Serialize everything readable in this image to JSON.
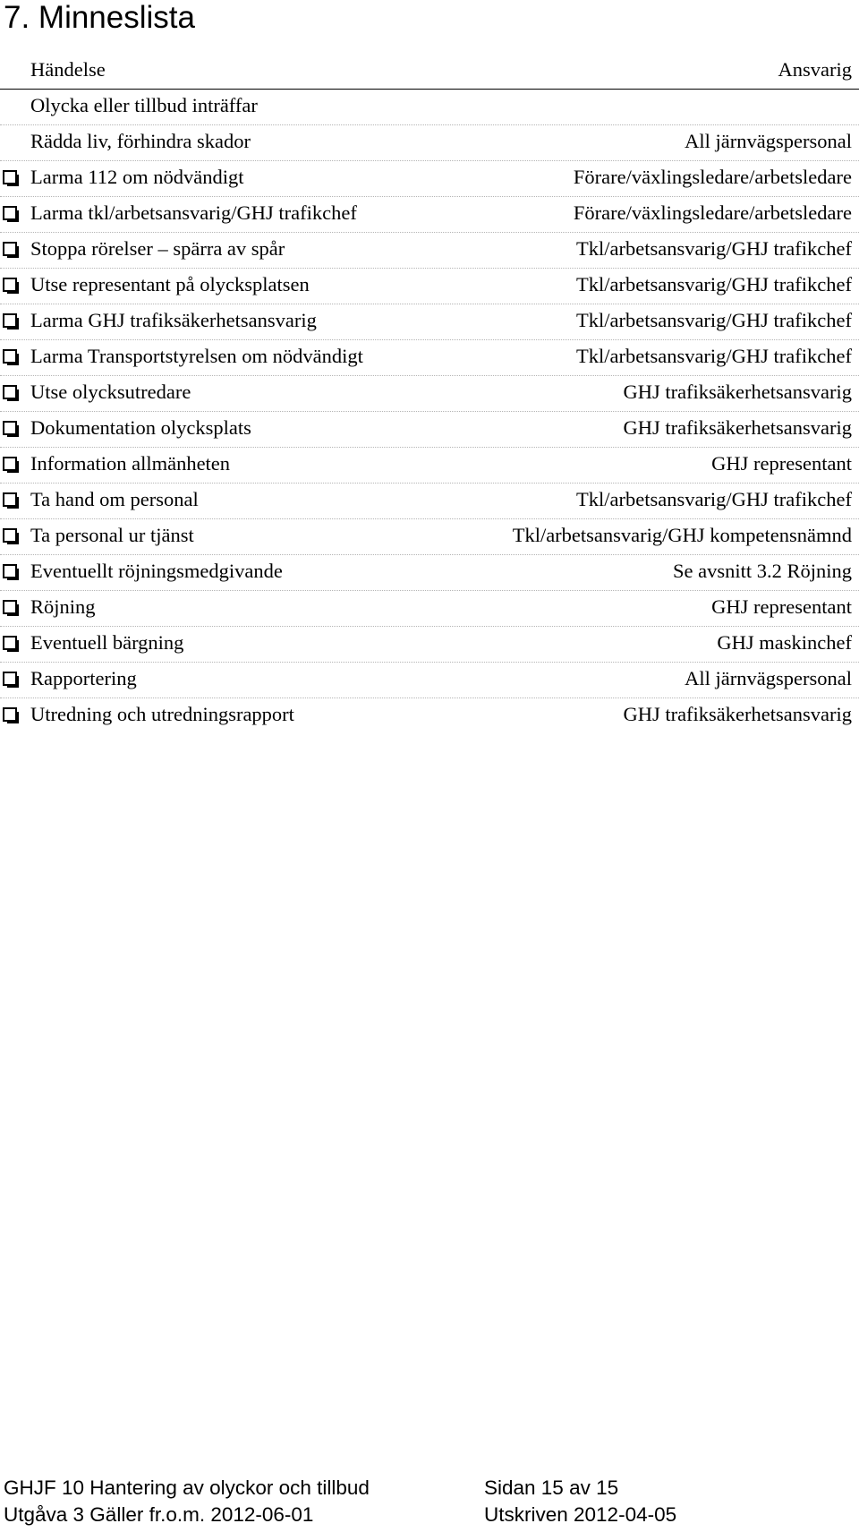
{
  "heading": "7. Minneslista",
  "table": {
    "header": {
      "event": "Händelse",
      "responsible": "Ansvarig"
    },
    "rows": [
      {
        "event": "Olycka eller tillbud inträffar",
        "responsible": "",
        "checkbox": false
      },
      {
        "event": "Rädda liv, förhindra skador",
        "responsible": "All järnvägspersonal",
        "checkbox": false
      },
      {
        "event": "Larma 112 om nödvändigt",
        "responsible": "Förare/växlingsledare/arbetsledare",
        "checkbox": true
      },
      {
        "event": "Larma tkl/arbetsansvarig/GHJ trafikchef",
        "responsible": "Förare/växlingsledare/arbetsledare",
        "checkbox": true
      },
      {
        "event": "Stoppa rörelser – spärra av spår",
        "responsible": "Tkl/arbetsansvarig/GHJ trafikchef",
        "checkbox": true
      },
      {
        "event": "Utse representant på olycksplatsen",
        "responsible": "Tkl/arbetsansvarig/GHJ trafikchef",
        "checkbox": true
      },
      {
        "event": "Larma GHJ trafiksäkerhetsansvarig",
        "responsible": "Tkl/arbetsansvarig/GHJ trafikchef",
        "checkbox": true
      },
      {
        "event": "Larma Transportstyrelsen om nödvändigt",
        "responsible": "Tkl/arbetsansvarig/GHJ trafikchef",
        "checkbox": true
      },
      {
        "event": "Utse olycksutredare",
        "responsible": "GHJ trafiksäkerhetsansvarig",
        "checkbox": true
      },
      {
        "event": "Dokumentation olycksplats",
        "responsible": "GHJ trafiksäkerhetsansvarig",
        "checkbox": true
      },
      {
        "event": "Information allmänheten",
        "responsible": "GHJ representant",
        "checkbox": true
      },
      {
        "event": "Ta hand om personal",
        "responsible": "Tkl/arbetsansvarig/GHJ trafikchef",
        "checkbox": true
      },
      {
        "event": "Ta personal ur tjänst",
        "responsible": "Tkl/arbetsansvarig/GHJ kompetensnämnd",
        "checkbox": true
      },
      {
        "event": "Eventuellt röjningsmedgivande",
        "responsible": "Se avsnitt 3.2 Röjning",
        "checkbox": true
      },
      {
        "event": "Röjning",
        "responsible": "GHJ representant",
        "checkbox": true
      },
      {
        "event": "Eventuell bärgning",
        "responsible": "GHJ maskinchef",
        "checkbox": true
      },
      {
        "event": "Rapportering",
        "responsible": "All järnvägspersonal",
        "checkbox": true
      },
      {
        "event": "Utredning och utredningsrapport",
        "responsible": "GHJ trafiksäkerhetsansvarig",
        "checkbox": true
      }
    ]
  },
  "footer": {
    "document_title": "GHJF 10 Hantering av olyckor och tillbud",
    "page": "Sidan 15 av 15",
    "edition": "Utgåva 3 Gäller fr.o.m. 2012-06-01",
    "printed": "Utskriven 2012-04-05"
  }
}
